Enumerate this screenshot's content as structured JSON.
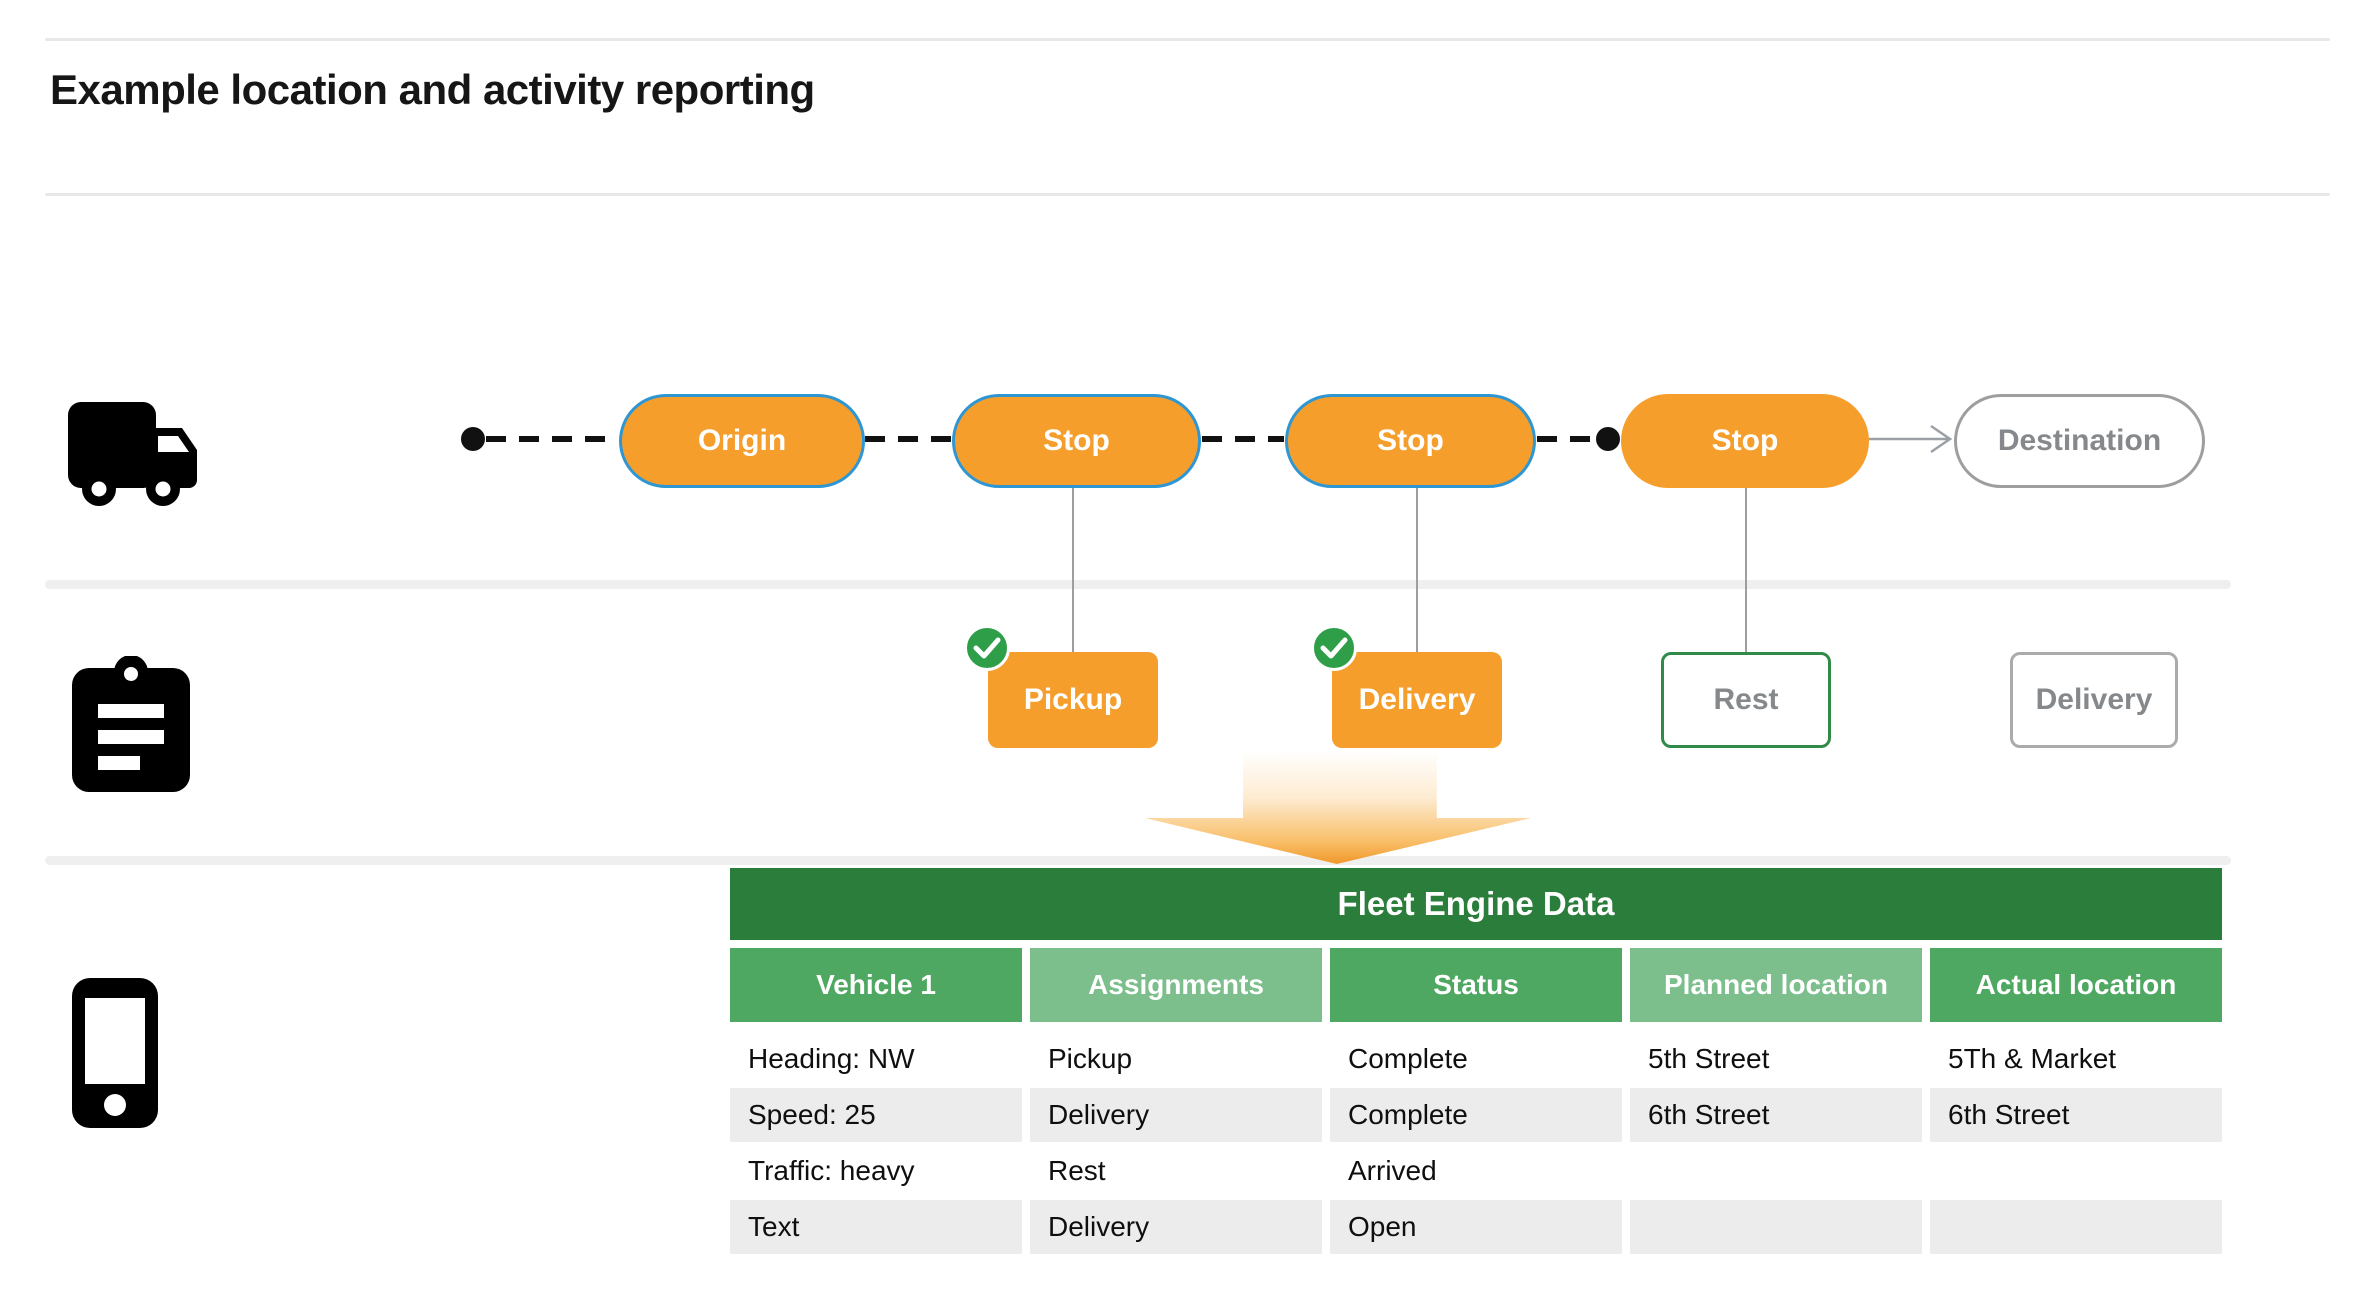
{
  "page": {
    "title": "Example location and activity reporting"
  },
  "route": {
    "nodes": [
      {
        "label": "Origin",
        "style": "orange-blue-border"
      },
      {
        "label": "Stop",
        "style": "orange-blue-border"
      },
      {
        "label": "Stop",
        "style": "orange-blue-border"
      },
      {
        "label": "Stop",
        "style": "orange-no-border"
      },
      {
        "label": "Destination",
        "style": "gray-outline"
      }
    ]
  },
  "tasks": [
    {
      "label": "Pickup",
      "state": "complete-checked"
    },
    {
      "label": "Delivery",
      "state": "complete-checked"
    },
    {
      "label": "Rest",
      "state": "current-green-outline"
    },
    {
      "label": "Delivery",
      "state": "future-gray-outline"
    }
  ],
  "icons": {
    "rows": [
      "truck-icon",
      "clipboard-icon",
      "phone-icon"
    ],
    "task_badge": "check-icon"
  },
  "table": {
    "title": "Fleet Engine Data",
    "columns": [
      "Vehicle 1",
      "Assignments",
      "Status",
      "Planned location",
      "Actual location"
    ],
    "rows": [
      [
        "Heading: NW",
        "Pickup",
        "Complete",
        "5th Street",
        "5Th & Market"
      ],
      [
        "Speed: 25",
        "Delivery",
        "Complete",
        "6th Street",
        "6th Street"
      ],
      [
        "Traffic: heavy",
        "Rest",
        "Arrived",
        "",
        ""
      ],
      [
        "Text",
        "Delivery",
        "Open",
        "",
        ""
      ]
    ]
  },
  "colors": {
    "accent_orange": "#F59E2C",
    "route_border_blue": "#2E97D3",
    "check_green": "#2F9E49",
    "rest_border_green": "#318B48",
    "table_title_green": "#2B7D3C",
    "table_header_green": "#4EA862",
    "table_header_light_green": "#7CBE8C",
    "muted_gray_text": "#85898C"
  }
}
